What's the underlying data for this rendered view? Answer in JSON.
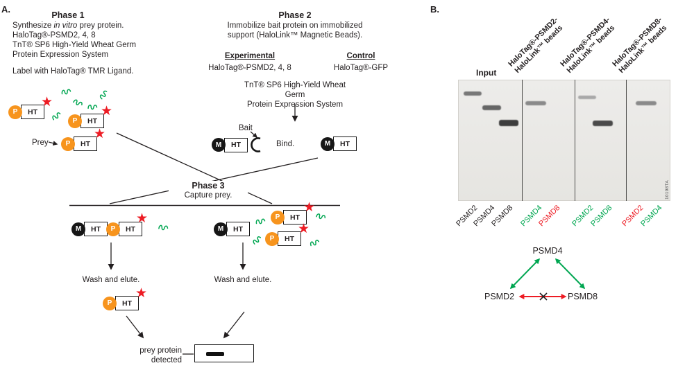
{
  "panelA": {
    "label": "A.",
    "glyphs": {
      "p": "P",
      "ht": "HT",
      "m": "M",
      "star": "★"
    },
    "phase1": {
      "title": "Phase 1",
      "line1_pre": "Synthesize ",
      "line1_italic": "in vitro",
      "line1_post": " prey protein.",
      "line2": "HaloTag®-PSMD2, 4, 8",
      "line3": "TnT® SP6 High-Yield Wheat Germ",
      "line4": "Protein Expression System",
      "tmr": "Label with HaloTag® TMR Ligand.",
      "prey": "Prey"
    },
    "phase2": {
      "title": "Phase 2",
      "desc1": "Immobilize bait protein on immobilized",
      "desc2": "support (HaloLink™ Magnetic Beads).",
      "experimental": "Experimental",
      "control": "Control",
      "experimental_item": "HaloTag®-PSMD2, 4, 8",
      "control_item": "HaloTag®-GFP",
      "tnt1": "TnT® SP6 High-Yield Wheat Germ",
      "tnt2": "Protein Expression System",
      "bait": "Bait",
      "bind": "Bind."
    },
    "phase3": {
      "title": "Phase 3",
      "subtitle": "Capture prey.",
      "wash": "Wash and elute.",
      "detected_line1": "prey protein",
      "detected_line2": "detected"
    }
  },
  "panelB": {
    "label": "B.",
    "input": "Input",
    "headers": [
      {
        "line1": "HaloTag®-PSMD2-",
        "line2": "HaloLink™ beads"
      },
      {
        "line1": "HaloTag®-PSMD4-",
        "line2": "HaloLink™ beads"
      },
      {
        "line1": "HaloTag®-PSMD8-",
        "line2": "HaloLink™ beads"
      }
    ],
    "lanes": [
      {
        "text": "PSMD2",
        "color": "black"
      },
      {
        "text": "PSMD4",
        "color": "black"
      },
      {
        "text": "PSMD8",
        "color": "black"
      },
      {
        "text": "PSMD4",
        "color": "green"
      },
      {
        "text": "PSMD8",
        "color": "red"
      },
      {
        "text": "PSMD2",
        "color": "green"
      },
      {
        "text": "PSMD8",
        "color": "green"
      },
      {
        "text": "PSMD2",
        "color": "red"
      },
      {
        "text": "PSMD4",
        "color": "green"
      }
    ],
    "code": "10198TA",
    "interaction": {
      "top": "PSMD4",
      "left": "PSMD2",
      "right": "PSMD8"
    }
  },
  "colors": {
    "green": "#00a651",
    "red": "#ed1c24",
    "orange": "#f7941d"
  }
}
